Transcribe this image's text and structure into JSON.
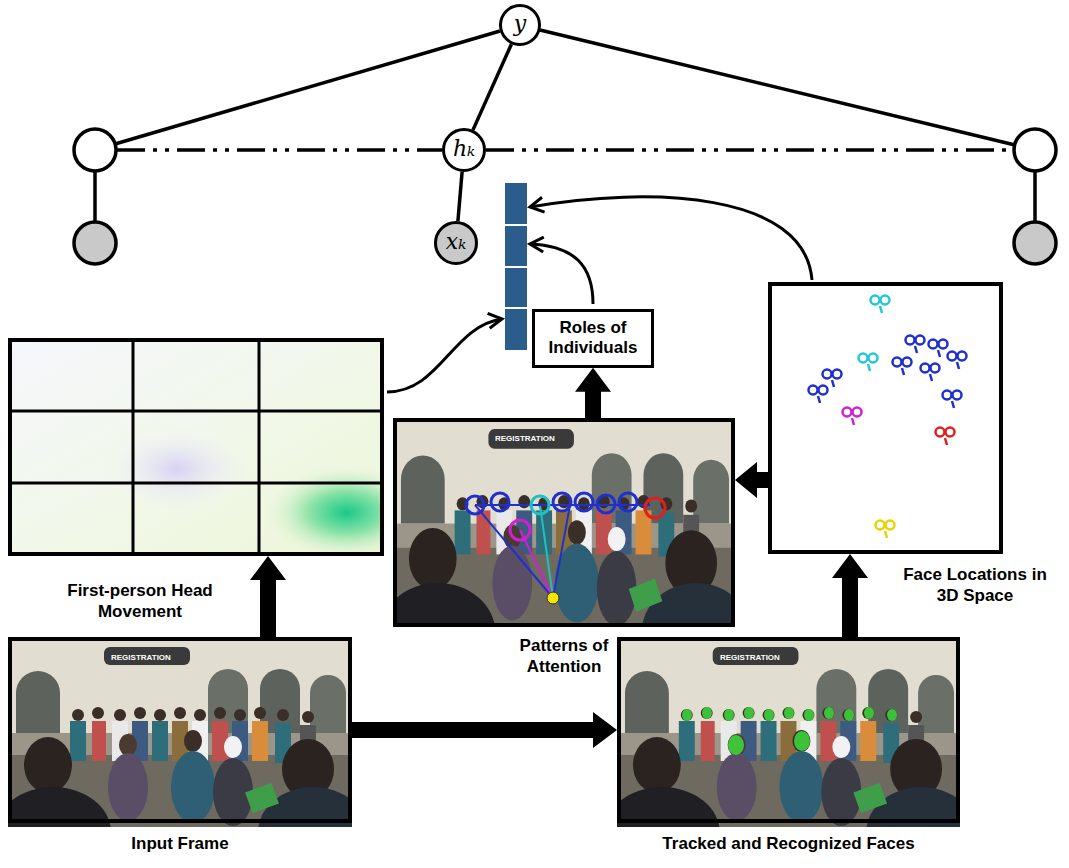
{
  "diagram": {
    "nodes": [
      {
        "text": [
          "y"
        ]
      },
      {
        "text": [
          "hₖ"
        ]
      },
      {
        "text": [
          "xₖ"
        ]
      },
      {
        "text": [
          "Roles of Individuals"
        ]
      },
      {
        "text": [
          "Face Locations in 3D Space"
        ]
      },
      {
        "text": [
          "First-person Head Movement"
        ]
      },
      {
        "text": [
          "Patterns of Attention"
        ]
      },
      {
        "text": [
          "Input Frame"
        ]
      },
      {
        "text": [
          "Tracked and Recognized Faces"
        ]
      }
    ],
    "edges": [
      {
        "from": 0,
        "to": 1,
        "arrow": "none"
      },
      {
        "from": 1,
        "to": 2,
        "arrow": "none"
      },
      {
        "from": 7,
        "to": 5,
        "arrow": "to"
      },
      {
        "from": 7,
        "to": 8,
        "arrow": "to"
      },
      {
        "from": 8,
        "to": 4,
        "arrow": "to"
      },
      {
        "from": 4,
        "to": 6,
        "arrow": "to"
      },
      {
        "from": 6,
        "to": 3,
        "arrow": "to"
      }
    ],
    "labels": [
      "REGISTRATION",
      "REGISTRATION",
      "REGISTRATION"
    ]
  }
}
